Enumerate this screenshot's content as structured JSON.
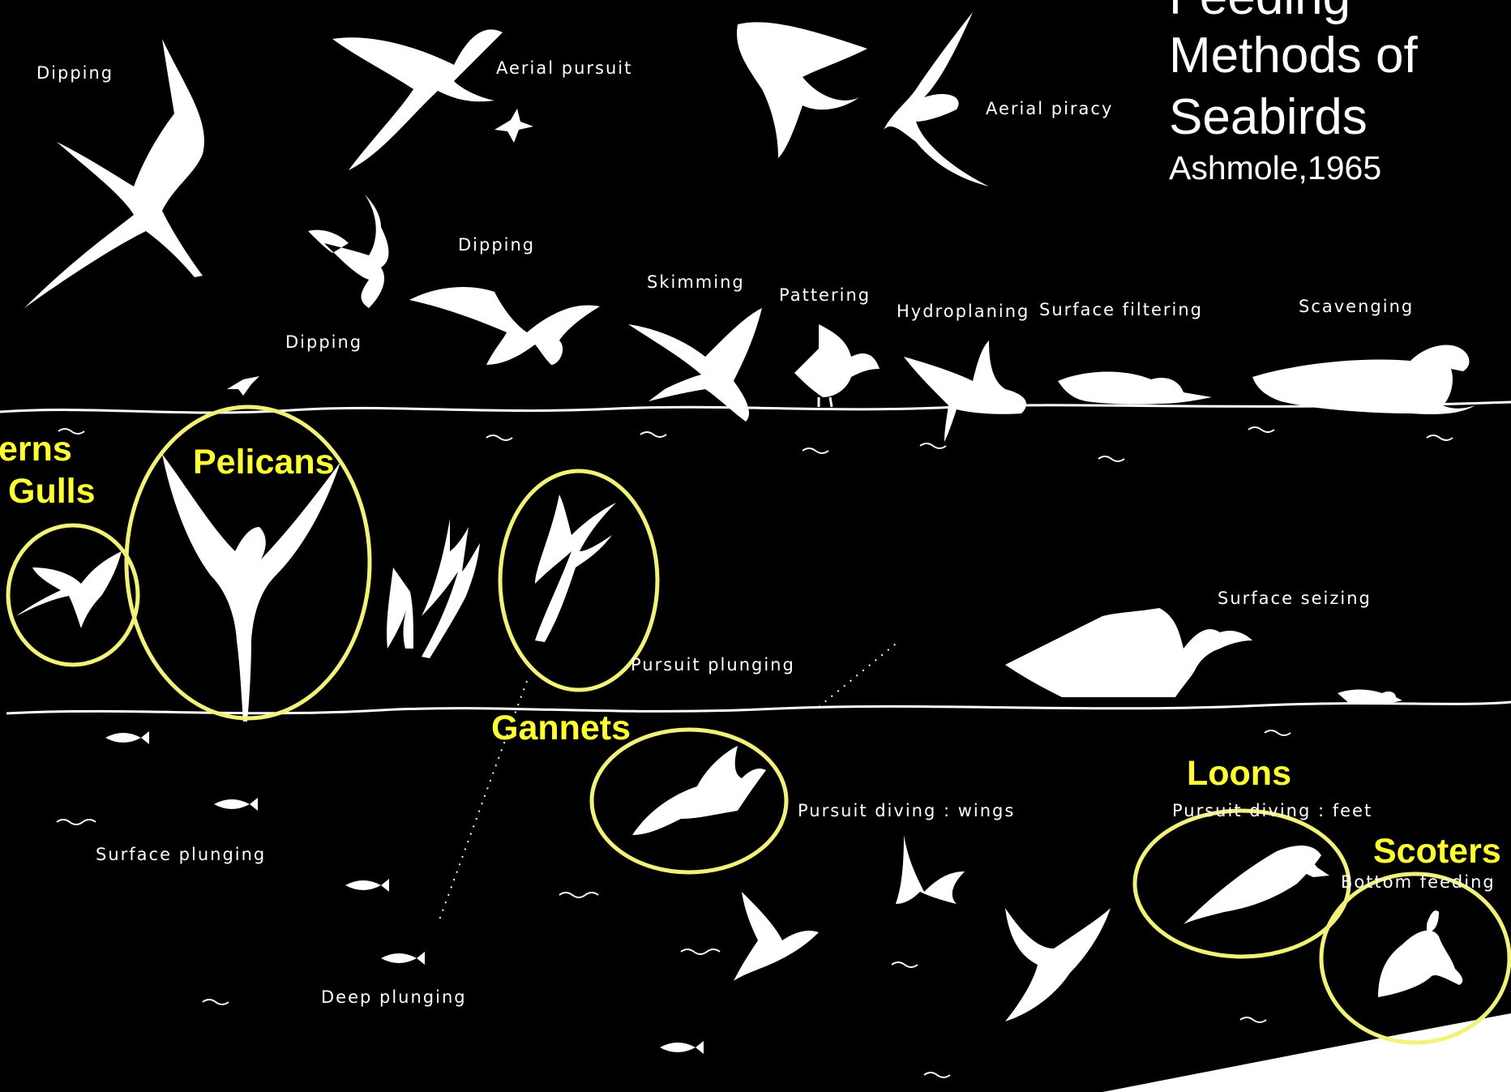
{
  "title": {
    "line1": "Feeding",
    "line2": "Methods of",
    "line3": "Seabirds",
    "credit": "Ashmole,1965"
  },
  "labels": {
    "dipping_1": "Dipping",
    "aerial_pursuit": "Aerial pursuit",
    "aerial_piracy": "Aerial piracy",
    "dipping_2": "Dipping",
    "dipping_3": "Dipping",
    "skimming": "Skimming",
    "pattering": "Pattering",
    "hydroplaning": "Hydroplaning",
    "surface_filtering": "Surface filtering",
    "scavenging": "Scavenging",
    "surface_seizing": "Surface seizing",
    "pursuit_plunging": "Pursuit plunging",
    "pursuit_diving_wings": "Pursuit diving : wings",
    "pursuit_diving_feet": "Pursuit diving : feet",
    "bottom_feeding": "Bottom feeding",
    "surface_plunging": "Surface plunging",
    "deep_plunging": "Deep plunging"
  },
  "annotations": {
    "terns": "erns",
    "gulls": "Gulls",
    "pelicans": "Pelicans",
    "gannets": "Gannets",
    "loons": "Loons",
    "scoters": "Scoters"
  },
  "colors": {
    "background": "#000000",
    "silhouette": "#ffffff",
    "annotation": "#ffff33",
    "ellipse": "#f2f27a"
  }
}
